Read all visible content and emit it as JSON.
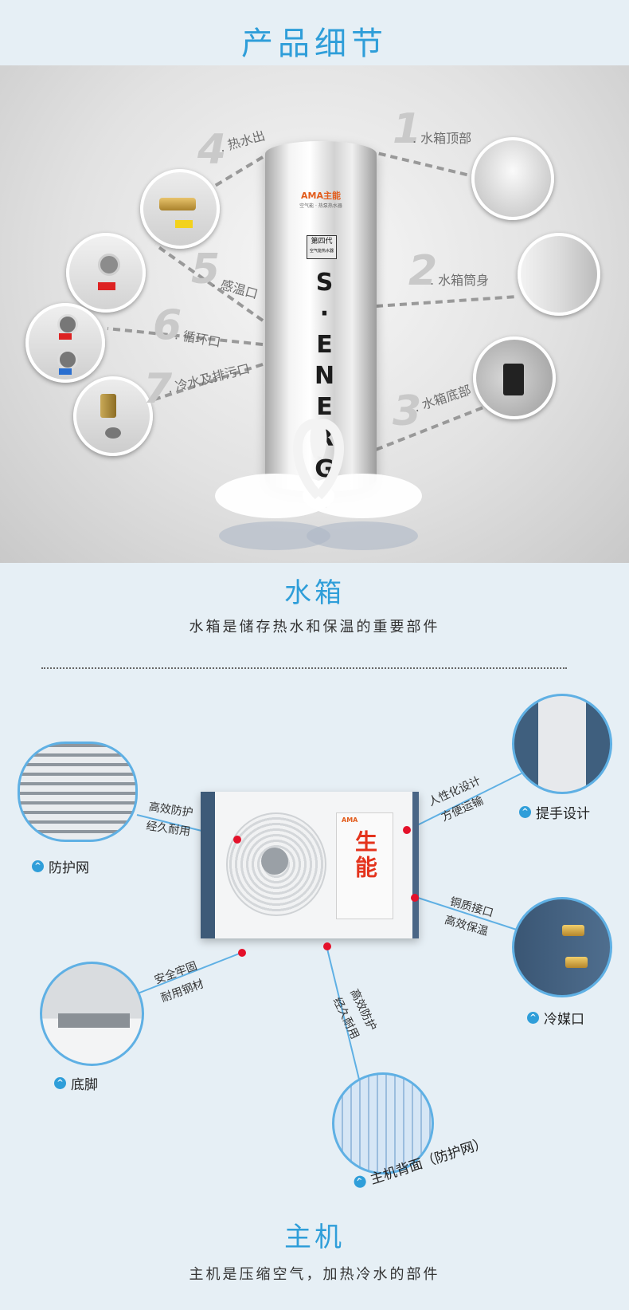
{
  "page_title": "产品细节",
  "tank": {
    "brand": "AMA主能",
    "brand_sub": "空气能 · 热泵热水器",
    "badge_line1": "第四代",
    "badge_line2": "空气能热水器",
    "vertical_text": "S·ENERGY",
    "callouts": [
      {
        "num": "1",
        "label": ". 水箱顶部"
      },
      {
        "num": "2",
        "label": ". 水箱筒身"
      },
      {
        "num": "3",
        "label": ". 水箱底部"
      },
      {
        "num": "4",
        "label": ". 热水出"
      },
      {
        "num": "5",
        "label": ". 感温口"
      },
      {
        "num": "6",
        "label": ". 循环口"
      },
      {
        "num": "7",
        "label": ". 冷水及排污口"
      }
    ]
  },
  "section_tank": {
    "title": "水箱",
    "desc": "水箱是储存热水和保温的重要部件"
  },
  "unit": {
    "brand_small": "AMA",
    "brand_big": "生能",
    "parts": [
      {
        "label": "防护网",
        "note1": "高效防护",
        "note2": "经久耐用"
      },
      {
        "label": "提手设计",
        "note1": "人性化设计",
        "note2": "方便运输"
      },
      {
        "label": "冷媒口",
        "note1": "铜质接口",
        "note2": "高效保温"
      },
      {
        "label": "底脚",
        "note1": "安全牢固",
        "note2": "耐用钢材"
      },
      {
        "label": "主机背面（防护网）",
        "note1": "高效防护",
        "note2": "经久耐用"
      }
    ]
  },
  "section_unit": {
    "title": "主机",
    "desc": "主机是压缩空气，加热冷水的部件"
  },
  "colors": {
    "accent": "#2f9ed9",
    "marker": "#e4112a",
    "line": "#5fb0e4"
  }
}
